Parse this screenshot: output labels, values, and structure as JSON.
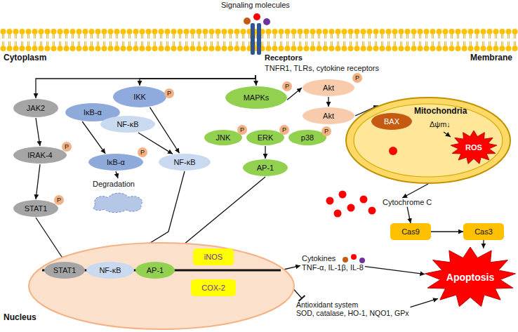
{
  "diagram": {
    "nodes": [
      {
        "text": [
          "Receptors",
          "TNFR1, TLRs, cytokine receptors"
        ]
      },
      {
        "text": [
          "JAK2"
        ]
      },
      {
        "text": [
          "IKK"
        ]
      },
      {
        "text": [
          "MAPKs"
        ]
      },
      {
        "text": [
          "Akt"
        ]
      },
      {
        "text": [
          "IκB-α"
        ]
      },
      {
        "text": [
          "NF-κB"
        ]
      },
      {
        "text": [
          "JNK"
        ]
      },
      {
        "text": [
          "ERK"
        ]
      },
      {
        "text": [
          "p38"
        ]
      },
      {
        "text": [
          "Akt"
        ]
      },
      {
        "text": [
          "Mitochondria"
        ]
      },
      {
        "text": [
          "BAX"
        ],
        "in": 11
      },
      {
        "text": [
          "ROS"
        ],
        "in": 11
      },
      {
        "text": [
          "IRAK-4"
        ]
      },
      {
        "text": [
          "IκB-α"
        ]
      },
      {
        "text": [
          "NF-κB"
        ]
      },
      {
        "text": [
          "AP-1"
        ]
      },
      {
        "text": [
          "Degradation"
        ]
      },
      {
        "text": [
          "STAT1"
        ]
      },
      {
        "text": [
          "Cytochrome C"
        ]
      },
      {
        "text": [
          "Cas9"
        ]
      },
      {
        "text": [
          "Cas3"
        ]
      },
      {
        "text": [
          "Nucleus"
        ]
      },
      {
        "text": [
          "STAT1"
        ],
        "in": 23
      },
      {
        "text": [
          "NF-κB"
        ],
        "in": 23
      },
      {
        "text": [
          "AP-1"
        ],
        "in": 23
      },
      {
        "text": [
          "iNOS"
        ],
        "in": 23
      },
      {
        "text": [
          "COX-2"
        ],
        "in": 23
      },
      {
        "text": [
          "Cytokines",
          "TNF-α, IL-1β, IL-8"
        ]
      },
      {
        "text": [
          "Antioxidant system",
          "SOD, catalase, HO-1, NQO1, GPx"
        ]
      },
      {
        "text": [
          "Apoptosis"
        ]
      }
    ],
    "edges": [
      {
        "from": 0,
        "to": 1,
        "arrow": "to"
      },
      {
        "from": 0,
        "to": 2,
        "arrow": "to"
      },
      {
        "from": 0,
        "to": 3,
        "arrow": "to"
      },
      {
        "from": 1,
        "to": 14,
        "arrow": "to"
      },
      {
        "from": 14,
        "to": 19,
        "arrow": "to"
      },
      {
        "from": 19,
        "to": 24,
        "arrow": "to"
      },
      {
        "from": 2,
        "to": 16,
        "arrow": "to"
      },
      {
        "from": 5,
        "to": 15,
        "arrow": "to"
      },
      {
        "from": 6,
        "to": 16,
        "arrow": "to"
      },
      {
        "from": 15,
        "to": 18,
        "arrow": "to"
      },
      {
        "from": 16,
        "to": 25,
        "arrow": "to"
      },
      {
        "from": 8,
        "to": 17,
        "arrow": "to"
      },
      {
        "from": 17,
        "to": 26,
        "arrow": "to"
      },
      {
        "from": 3,
        "to": 4,
        "arrow": "to"
      },
      {
        "from": 4,
        "to": 10,
        "arrow": "to"
      },
      {
        "from": 10,
        "to": 11,
        "arrow": "to"
      },
      {
        "from": 11,
        "to": 20,
        "arrow": "to"
      },
      {
        "from": 20,
        "to": 21,
        "arrow": "to"
      },
      {
        "from": 21,
        "to": 22,
        "arrow": "to"
      },
      {
        "from": 22,
        "to": 31,
        "arrow": "to"
      },
      {
        "from": 23,
        "to": 29,
        "arrow": "to"
      },
      {
        "from": 23,
        "to": 30,
        "arrow": "to"
      },
      {
        "from": 29,
        "to": 31,
        "arrow": "to"
      },
      {
        "from": 30,
        "to": 31,
        "arrow": "to"
      }
    ],
    "labels": [
      "Signaling molecules",
      "Membrane",
      "Cytoplasm",
      "P",
      "P",
      "P",
      "P",
      "P",
      "P",
      "P",
      "P",
      "P",
      "Δψm↓"
    ]
  }
}
